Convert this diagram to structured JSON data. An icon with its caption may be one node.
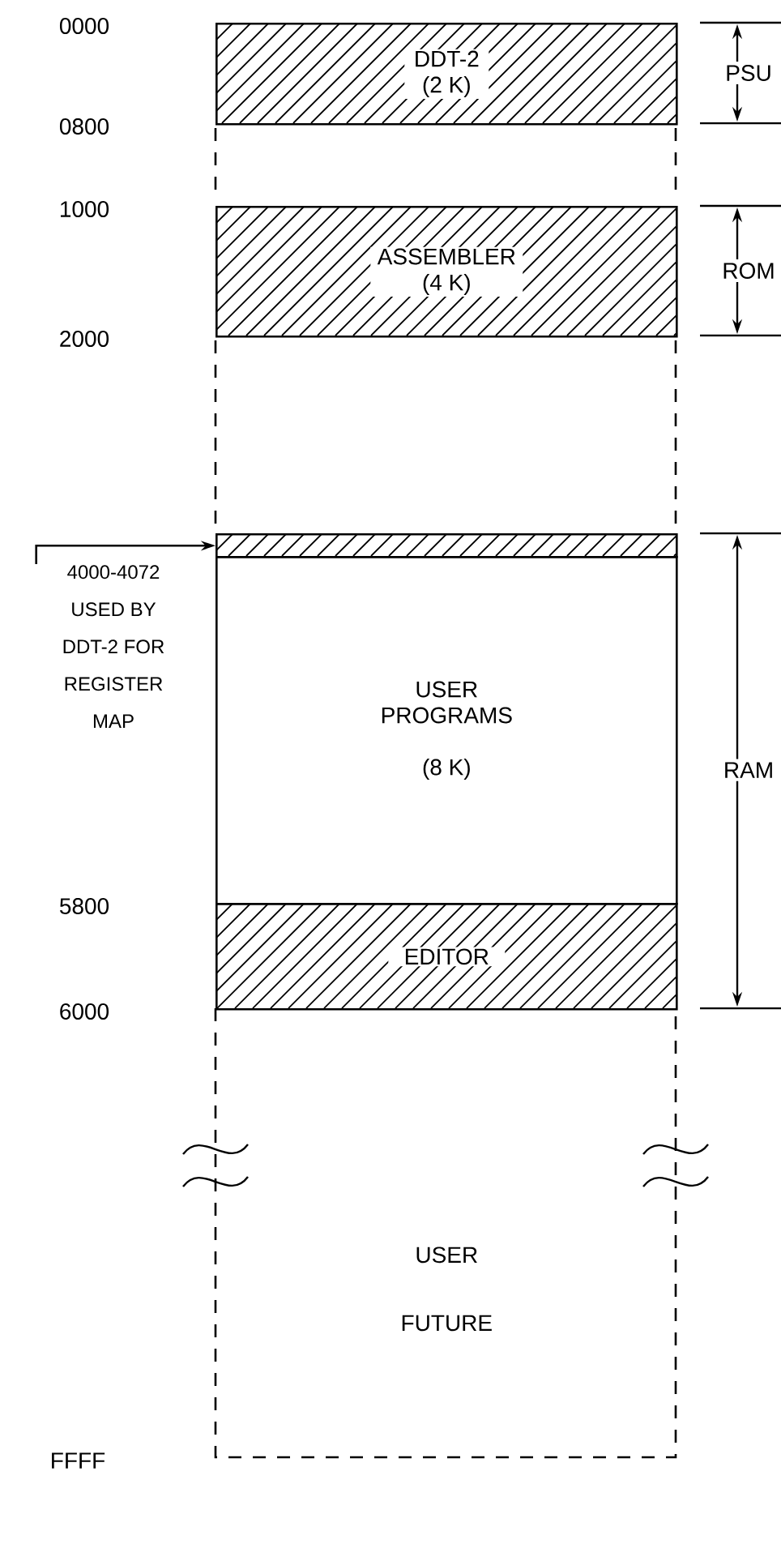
{
  "diagram": {
    "nodes": [
      {
        "text": [
          "DDT-2 (2 K)"
        ]
      },
      {
        "text": [
          "ASSEMBLER (4 K)"
        ]
      },
      {
        "text": [],
        "shape": "bar"
      },
      {
        "text": [
          "USER PROGRAMS",
          "(8 K)"
        ]
      },
      {
        "text": [
          "EDITOR"
        ]
      },
      {
        "text": [
          "USER FUTURE"
        ]
      },
      {
        "text": [
          "4000-4072 USED BY DDT-2 FOR REGISTER MAP"
        ]
      }
    ],
    "edges": [
      {
        "from": 6,
        "to": 2,
        "arrow": "to"
      }
    ],
    "labels": [
      "0000",
      "PSU",
      "0800",
      "1000",
      "ROM",
      "2000",
      "RAM",
      "5800",
      "6000",
      "FFFF"
    ]
  }
}
